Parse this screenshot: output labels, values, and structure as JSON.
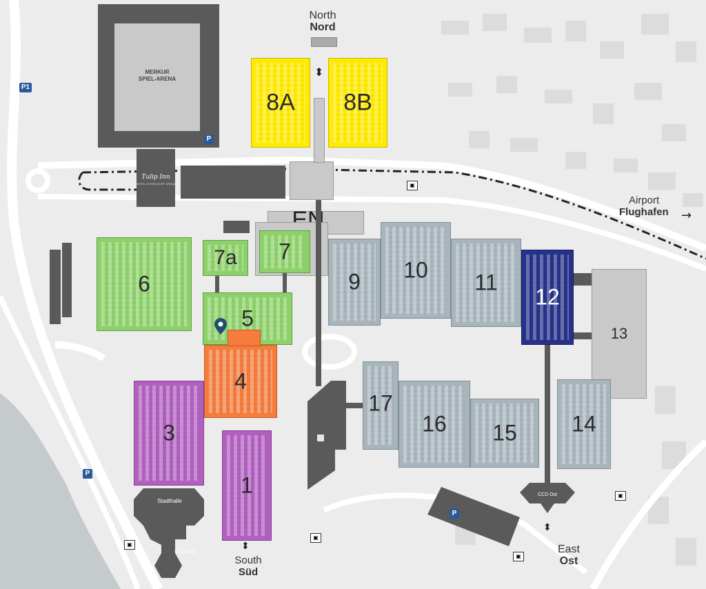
{
  "halls": {
    "h8a": "8A",
    "h8b": "8B",
    "h7a": "7a",
    "h7": "7",
    "h6": "6",
    "h5": "5",
    "h4": "4",
    "h3": "3",
    "h1": "1",
    "h9": "9",
    "h10": "10",
    "h11": "11",
    "h12": "12",
    "h13": "13",
    "h14": "14",
    "h15": "15",
    "h16": "16",
    "h17": "17"
  },
  "buildings": {
    "arena_line1": "MERKUR",
    "arena_line2": "SPIEL-ARENA",
    "hotel": "Tulip Inn",
    "hotel_sub": "HOTEL DÜSSELDORF ARENA",
    "stadthalle": "Stadthalle",
    "ccd_sud": "CCD Süd",
    "ccd_ost": "CCD Ost",
    "entrance_north": "EN"
  },
  "directions": {
    "north_en": "North",
    "north_de": "Nord",
    "south_en": "South",
    "south_de": "Süd",
    "east_en": "East",
    "east_de": "Ost",
    "airport_en": "Airport",
    "airport_de": "Flughafen"
  },
  "parking": {
    "p1": "P1",
    "p": "P"
  },
  "colors": {
    "yellow": "#ffea00",
    "green": "#8ed16b",
    "orange": "#f47c3c",
    "purple": "#b160c0",
    "blue_gray": "#a8b5bd",
    "navy": "#26318a",
    "light_gray": "#c9c9c9",
    "dark_gray": "#5a5a5a"
  },
  "icons": {
    "arrow": "→",
    "updown": "⬍",
    "pin": "map-pin",
    "bus": "bus",
    "parking": "parking-sign"
  }
}
